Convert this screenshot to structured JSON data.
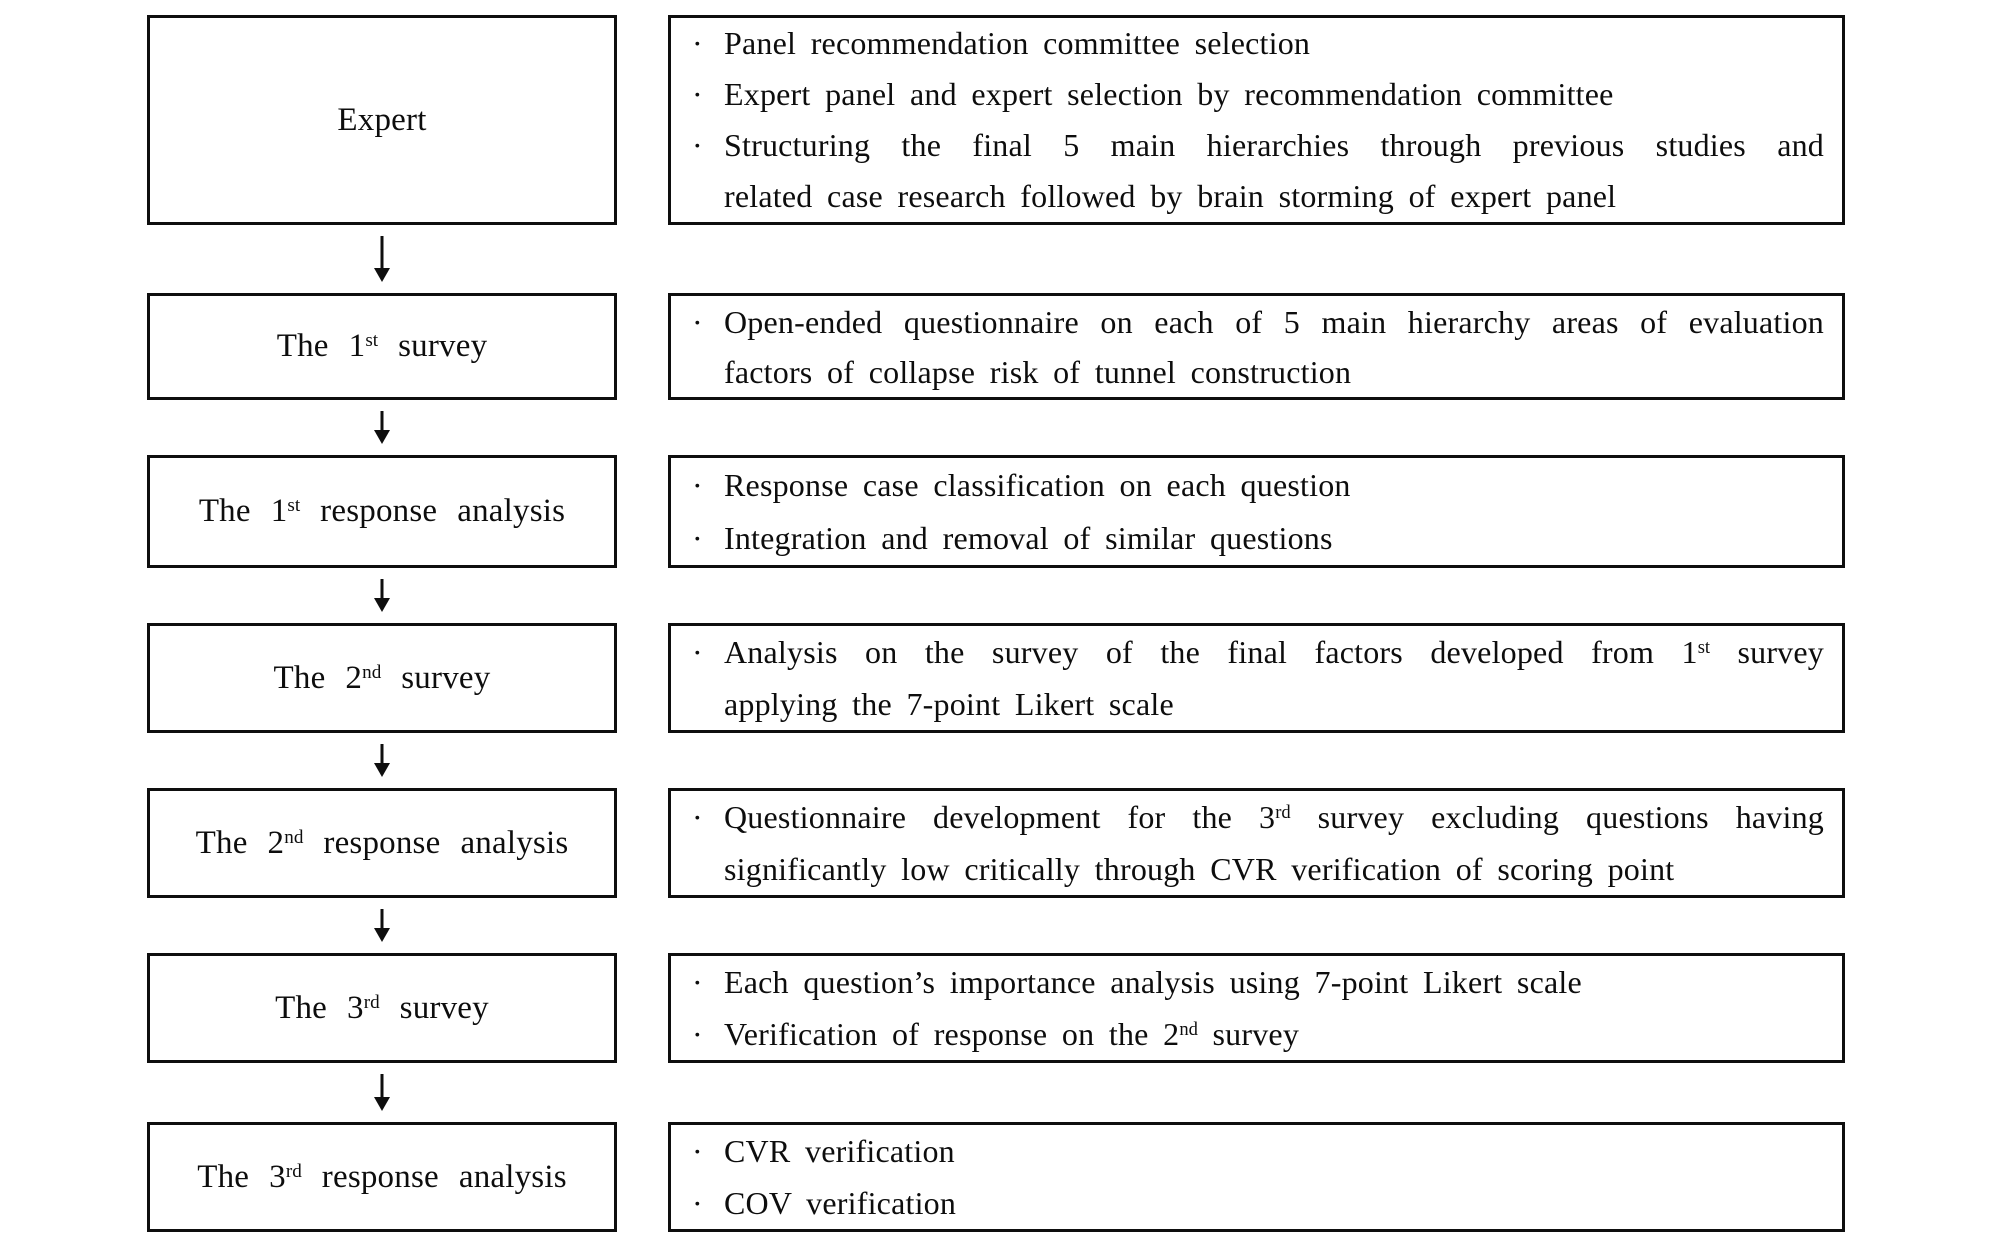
{
  "diagram": {
    "bullet_char": "·",
    "rows": [
      {
        "label": "Expert",
        "bullets": [
          [
            "Panel recommendation committee selection"
          ],
          [
            "Expert panel and expert selection by recommendation committee"
          ],
          [
            "Structuring the final 5 main hierarchies through previous studies and",
            "related case research followed by brain storming of expert panel"
          ]
        ]
      },
      {
        "label": "The 1^{st} survey",
        "bullets": [
          [
            "Open-ended questionnaire on each of 5 main hierarchy areas of evaluation",
            "factors of collapse risk of tunnel construction"
          ]
        ]
      },
      {
        "label": "The 1^{st} response analysis",
        "bullets": [
          [
            "Response case classification on each question"
          ],
          [
            "Integration and removal of similar questions"
          ]
        ]
      },
      {
        "label": "The 2^{nd} survey",
        "bullets": [
          [
            "Analysis on the survey of the final factors developed from 1^{st} survey",
            "applying the 7-point Likert scale"
          ]
        ]
      },
      {
        "label": "The 2^{nd} response analysis",
        "bullets": [
          [
            "Questionnaire development for the 3^{rd} survey excluding questions having",
            "significantly low critically through CVR verification of scoring point"
          ]
        ]
      },
      {
        "label": "The 3^{rd} survey",
        "bullets": [
          [
            "Each question’s importance analysis using 7-point Likert scale"
          ],
          [
            "Verification of response on the 2^{nd} survey"
          ]
        ]
      },
      {
        "label": "The 3^{rd} response analysis",
        "bullets": [
          [
            "CVR verification"
          ],
          [
            "COV verification"
          ]
        ]
      }
    ]
  }
}
